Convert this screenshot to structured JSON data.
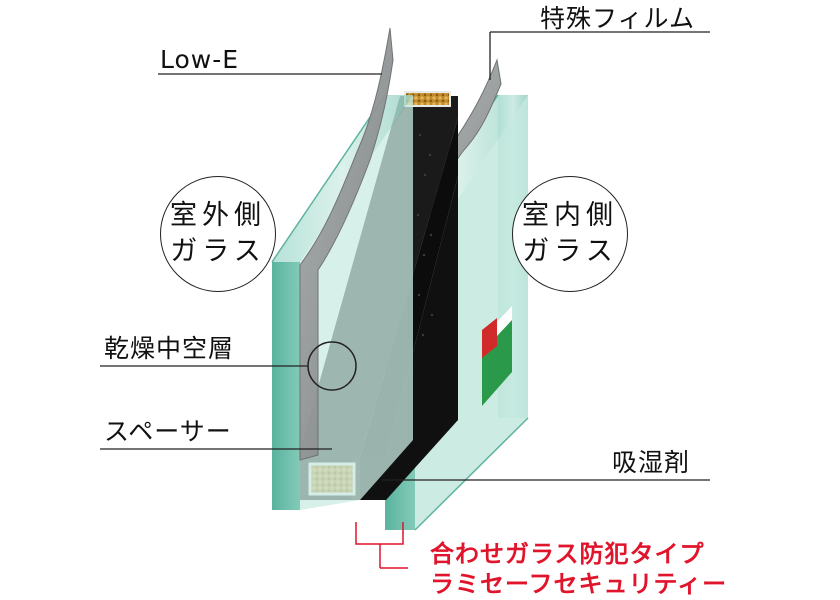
{
  "labels": {
    "low_e": "Low-E",
    "special_film": "特殊フィルム",
    "outdoor_glass_line1": "室外側",
    "outdoor_glass_line2": "ガラス",
    "indoor_glass_line1": "室内側",
    "indoor_glass_line2": "ガラス",
    "dry_air_layer": "乾燥中空層",
    "spacer": "スペーサー",
    "desiccant": "吸湿剤",
    "laminated_line1": "合わせガラス防犯タイプ",
    "laminated_line2": "ラミセーフセキュリティー"
  },
  "colors": {
    "accent_red": "#e0142b",
    "glass_teal": "#8fd0c2",
    "lowe_gray": "#8c9090",
    "spacer_black": "#141414",
    "desiccant_gold": "#c8962f"
  }
}
